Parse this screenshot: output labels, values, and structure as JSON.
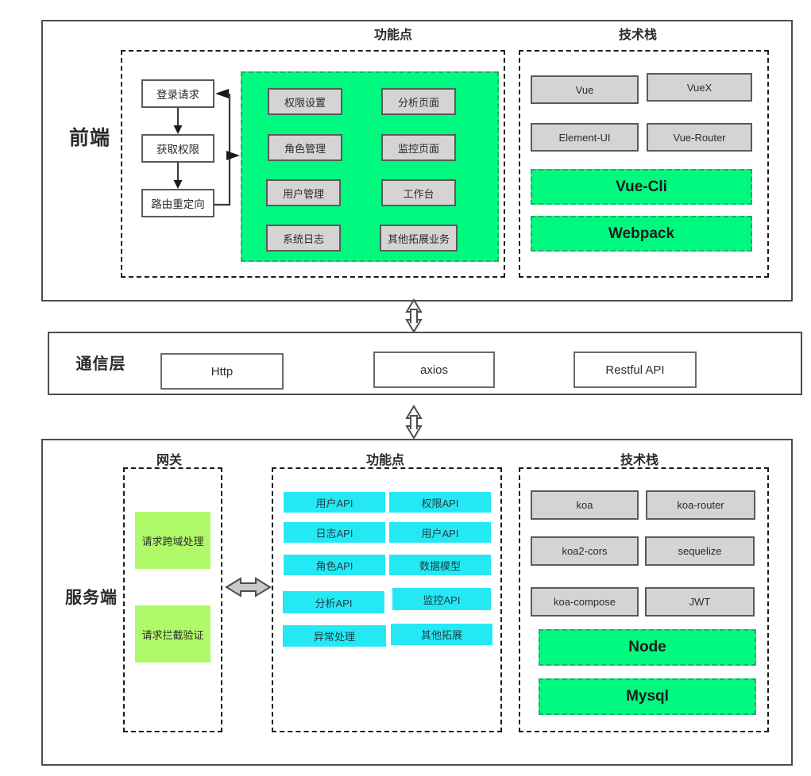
{
  "diagram": {
    "layers": {
      "frontend": {
        "label": "前端"
      },
      "communication": {
        "label": "通信层"
      },
      "server": {
        "label": "服务端"
      }
    },
    "section_titles": {
      "frontend_features": "功能点",
      "frontend_techstack": "技术栈",
      "server_gateway": "网关",
      "server_features": "功能点",
      "server_techstack": "技术栈"
    },
    "frontend": {
      "flow": [
        {
          "label": "登录请求"
        },
        {
          "label": "获取权限"
        },
        {
          "label": "路由重定向"
        }
      ],
      "features": [
        {
          "label": "权限设置"
        },
        {
          "label": "分析页面"
        },
        {
          "label": "角色管理"
        },
        {
          "label": "监控页面"
        },
        {
          "label": "用户管理"
        },
        {
          "label": "工作台"
        },
        {
          "label": "系统日志"
        },
        {
          "label": "其他拓展业务"
        }
      ],
      "techstack": [
        {
          "label": "Vue"
        },
        {
          "label": "VueX"
        },
        {
          "label": "Element-UI"
        },
        {
          "label": "Vue-Router"
        }
      ],
      "techstack_highlight": [
        {
          "label": "Vue-Cli"
        },
        {
          "label": "Webpack"
        }
      ]
    },
    "communication": {
      "items": [
        {
          "label": "Http"
        },
        {
          "label": "axios"
        },
        {
          "label": "Restful API"
        }
      ]
    },
    "server": {
      "gateway": [
        {
          "label": "请求跨域处理"
        },
        {
          "label": "请求拦截验证"
        }
      ],
      "features": [
        {
          "label": "用户API"
        },
        {
          "label": "权限API"
        },
        {
          "label": "日志API"
        },
        {
          "label": "用户API"
        },
        {
          "label": "角色API"
        },
        {
          "label": "数据模型"
        },
        {
          "label": "分析API"
        },
        {
          "label": "监控API"
        },
        {
          "label": "异常处理"
        },
        {
          "label": "其他拓展"
        }
      ],
      "techstack": [
        {
          "label": "koa"
        },
        {
          "label": "koa-router"
        },
        {
          "label": "koa2-cors"
        },
        {
          "label": "sequelize"
        },
        {
          "label": "koa-compose"
        },
        {
          "label": "JWT"
        }
      ],
      "techstack_highlight": [
        {
          "label": "Node"
        },
        {
          "label": "Mysql"
        }
      ]
    },
    "connectors": {
      "frontend_to_comm": "bidirectional-vertical-arrow",
      "comm_to_server": "bidirectional-vertical-arrow",
      "gateway_to_features": "bidirectional-horizontal-arrow"
    },
    "colors": {
      "highlight_green": "#00fa7f",
      "gateway_green": "#b0fa69",
      "api_cyan": "#25e8f5",
      "box_gray": "#d4d4d4",
      "stroke_dark": "#4d4d4d"
    }
  }
}
